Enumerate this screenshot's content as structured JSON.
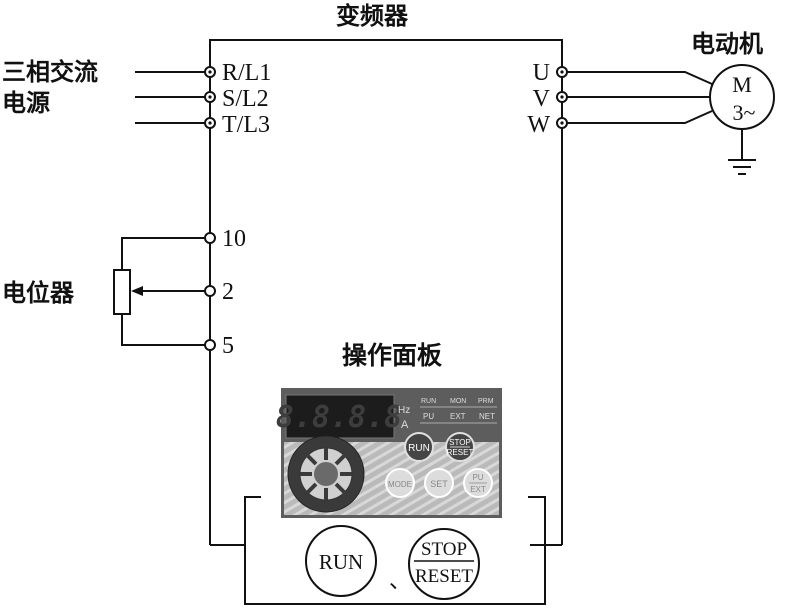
{
  "inverter": {
    "title": "变频器"
  },
  "supply": {
    "line1": "三相交流",
    "line2": "电源"
  },
  "motor": {
    "title": "电动机",
    "symbol_top": "M",
    "symbol_bottom": "3~"
  },
  "potentiometer": {
    "label": "电位器"
  },
  "panel": {
    "title": "操作面板"
  },
  "terminals": {
    "input": [
      "R/L1",
      "S/L2",
      "T/L3"
    ],
    "output": [
      "U",
      "V",
      "W"
    ],
    "analog": [
      "10",
      "2",
      "5"
    ]
  },
  "operation_panel": {
    "display_digits": "8.8.8.8",
    "unit_hz": "Hz",
    "unit_a": "A",
    "leds_row1": [
      "RUN",
      "MON",
      "PRM"
    ],
    "leds_row2": [
      "PU",
      "EXT",
      "NET"
    ],
    "buttons": {
      "run": "RUN",
      "stop_reset_top": "STOP",
      "stop_reset_bottom": "RESET",
      "mode": "MODE",
      "set": "SET",
      "pu_ext_top": "PU",
      "pu_ext_bottom": "EXT"
    }
  },
  "callout": {
    "run_label": "RUN",
    "separator": "、",
    "stop_label": "STOP",
    "reset_label": "RESET"
  }
}
